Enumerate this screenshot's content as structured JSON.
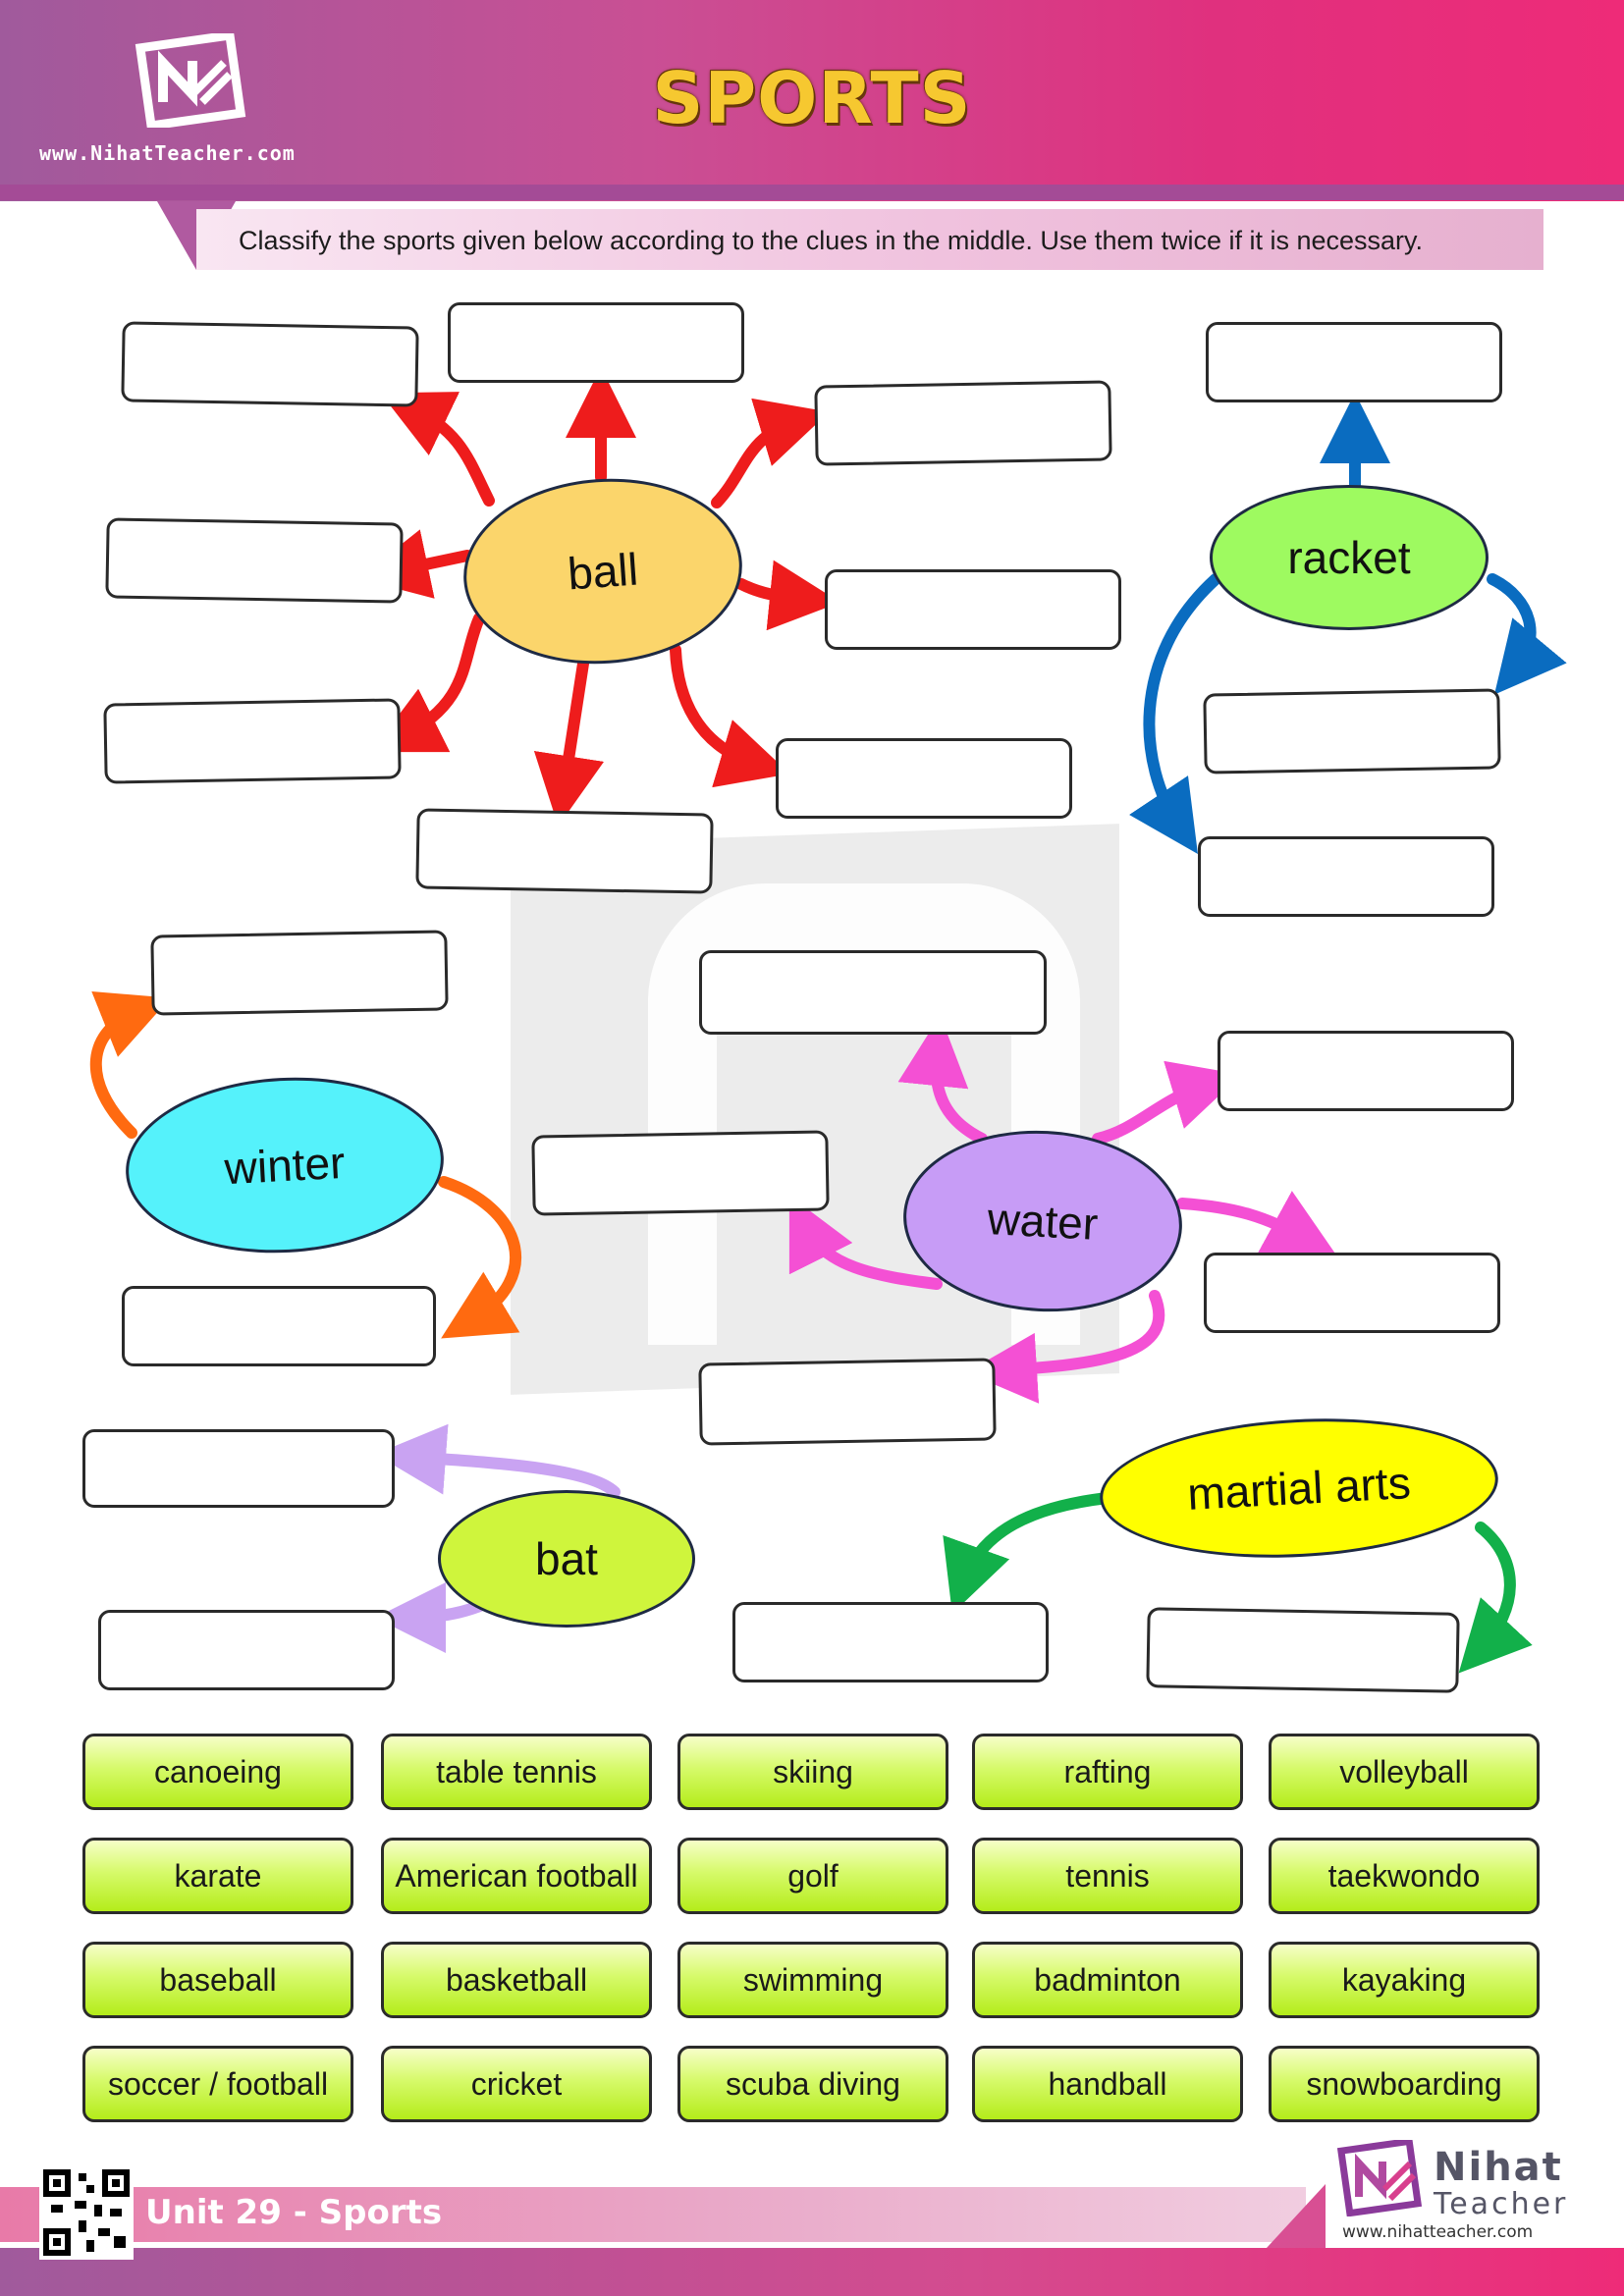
{
  "header": {
    "title": "SPORTS",
    "site_url": "www.NihatTeacher.com",
    "logo_icon": "nihat-teacher-logo-icon"
  },
  "instruction": "Classify the sports given below according to the clues in the middle. Use them twice if it is necessary.",
  "clues": {
    "ball": "ball",
    "racket": "racket",
    "winter": "winter",
    "water": "water",
    "bat": "bat",
    "martial_arts": "martial arts"
  },
  "clue_colors": {
    "ball": "#fbd56b",
    "racket": "#9efa60",
    "winter": "#55f2fb",
    "water": "#c79cf6",
    "bat": "#cff53c",
    "martial_arts": "#ffff00"
  },
  "arrow_colors": {
    "ball": "#ee1c1c",
    "racket": "#0a6cc0",
    "winter": "#ff6a10",
    "water": "#f450d4",
    "bat": "#c9a3f2",
    "martial_arts": "#12b04a"
  },
  "word_bank": [
    [
      "canoeing",
      "table tennis",
      "skiing",
      "rafting",
      "volleyball"
    ],
    [
      "karate",
      "American football",
      "golf",
      "tennis",
      "taekwondo"
    ],
    [
      "baseball",
      "basketball",
      "swimming",
      "badminton",
      "kayaking"
    ],
    [
      "soccer / football",
      "cricket",
      "scuba diving",
      "handball",
      "snowboarding"
    ]
  ],
  "footer": {
    "unit_label": "Unit 29 - Sports",
    "brand_name": "Nihat",
    "brand_sub": "Teacher",
    "brand_url": "www.nihatteacher.com",
    "qr_icon": "qr-code-icon"
  }
}
